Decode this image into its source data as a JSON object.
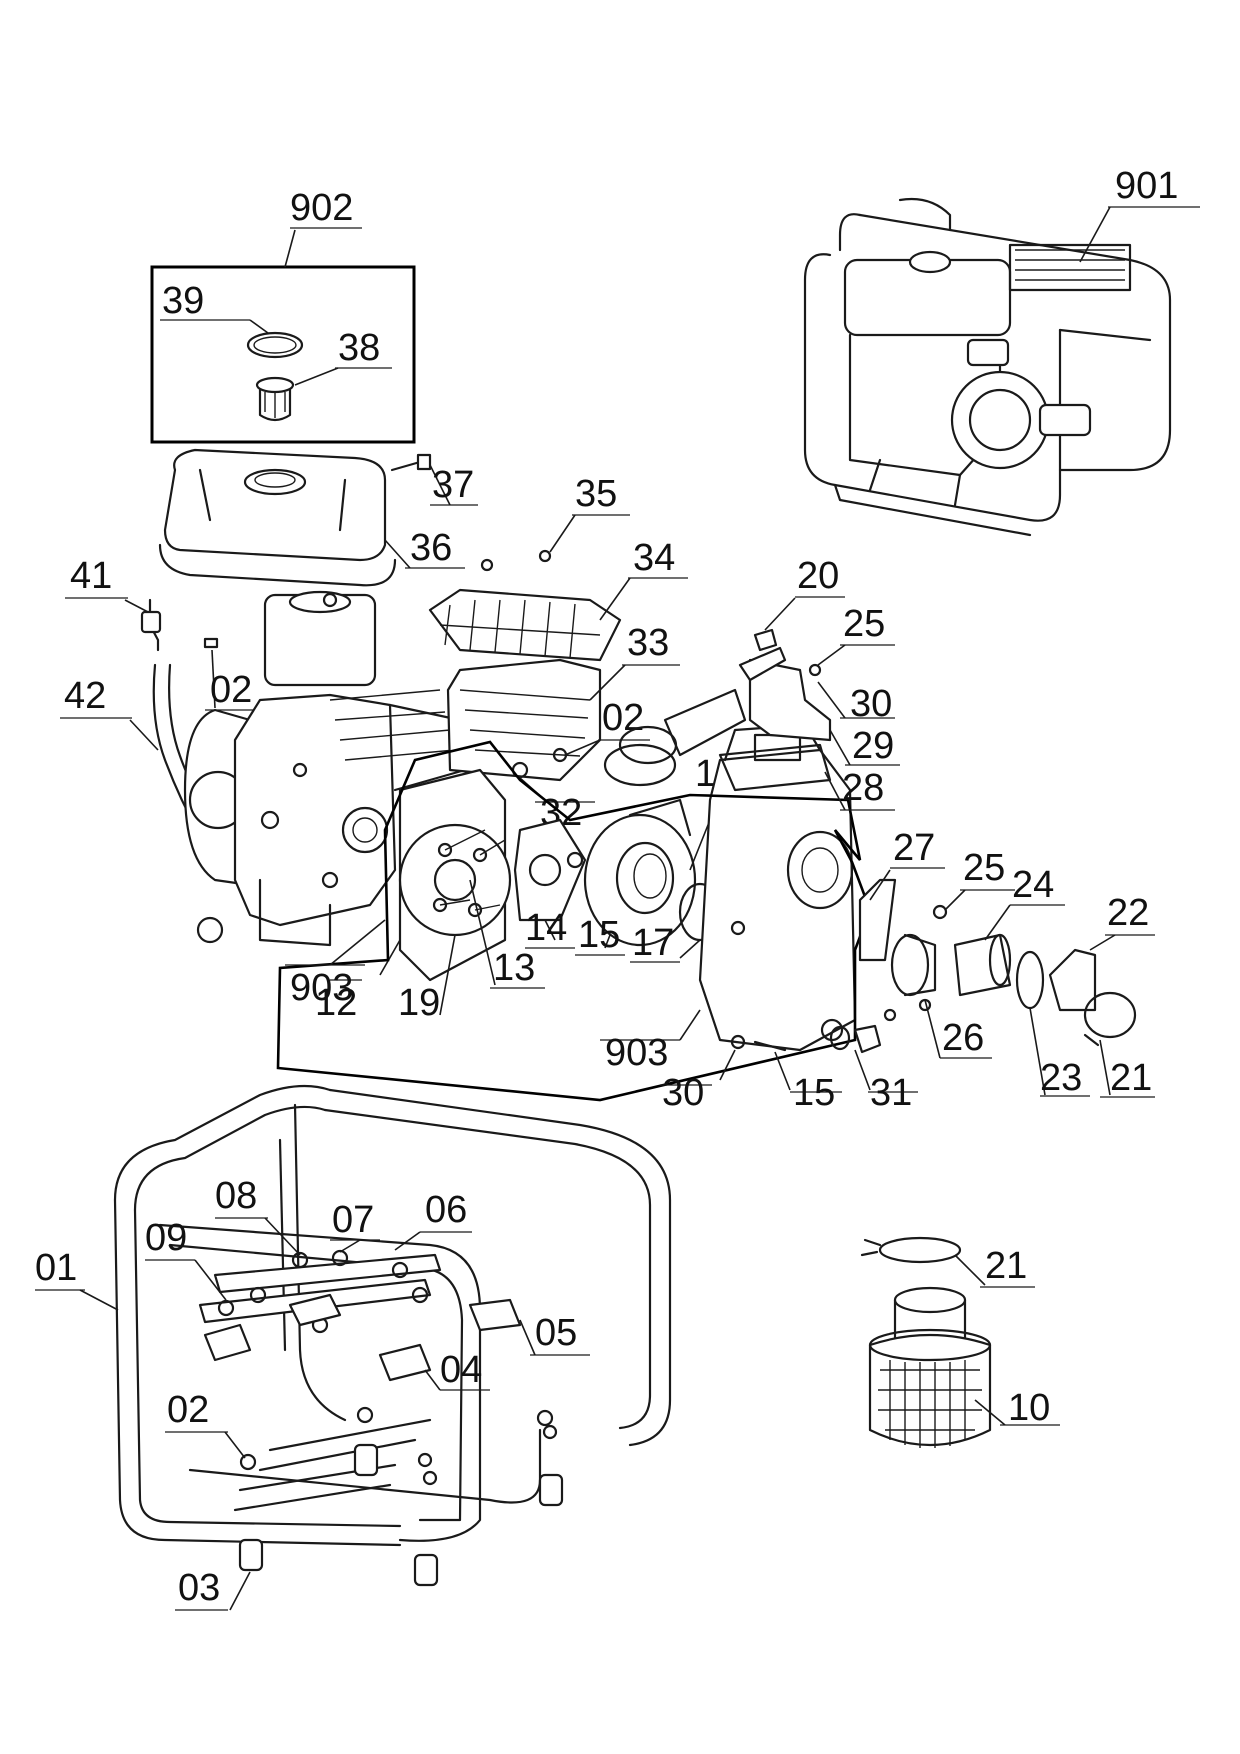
{
  "parts": {
    "p01": "01",
    "p02a": "02",
    "p02b": "02",
    "p02c": "02",
    "p03": "03",
    "p04": "04",
    "p05": "05",
    "p06": "06",
    "p07": "07",
    "p08": "08",
    "p09": "09",
    "p10": "10",
    "p12": "12",
    "p13": "13",
    "p14": "14",
    "p15a": "15",
    "p15b": "15",
    "p16": "16",
    "p17": "17",
    "p19": "19",
    "p20": "20",
    "p21a": "21",
    "p21b": "21",
    "p22": "22",
    "p23": "23",
    "p24": "24",
    "p25a": "25",
    "p25b": "25",
    "p26": "26",
    "p27": "27",
    "p28": "28",
    "p29": "29",
    "p30a": "30",
    "p30b": "30",
    "p31": "31",
    "p32": "32",
    "p33": "33",
    "p34": "34",
    "p35": "35",
    "p36": "36",
    "p37": "37",
    "p38": "38",
    "p39": "39",
    "p41": "41",
    "p42": "42",
    "p901": "901",
    "p902": "902",
    "p903a": "903",
    "p903b": "903"
  }
}
